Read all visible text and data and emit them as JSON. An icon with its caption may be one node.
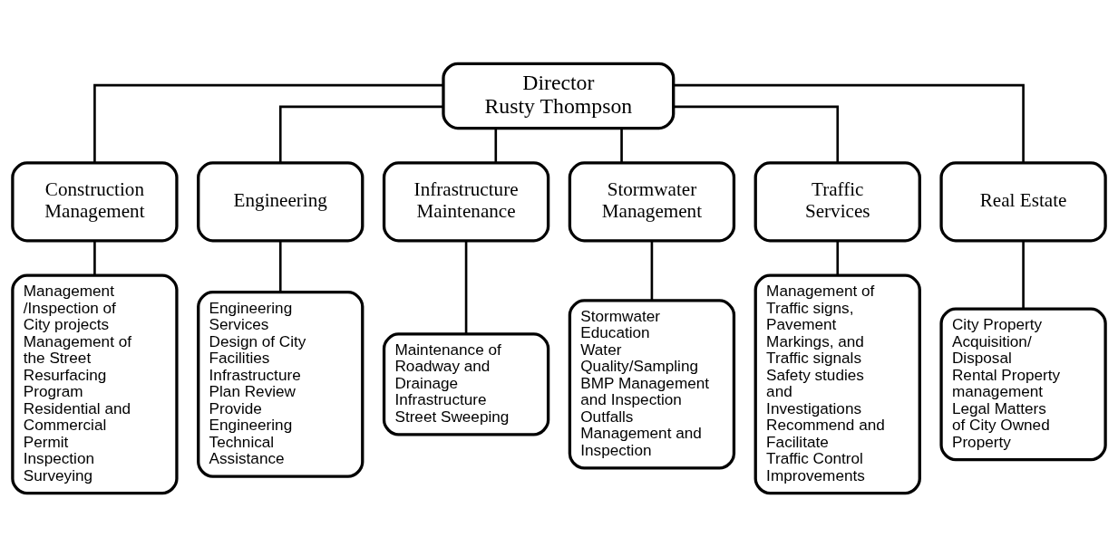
{
  "diagram": {
    "nodes": [
      {
        "text": [
          "Director",
          "Rusty Thompson"
        ]
      },
      {
        "text": [
          "Construction Management"
        ]
      },
      {
        "text": [
          "Engineering"
        ]
      },
      {
        "text": [
          "Infrastructure Maintenance"
        ]
      },
      {
        "text": [
          "Stormwater Management"
        ]
      },
      {
        "text": [
          "Traffic Services"
        ]
      },
      {
        "text": [
          "Real Estate"
        ]
      },
      {
        "text": [
          "Management /Inspection of City projects",
          "Management of the Street Resurfacing Program",
          "Residential and Commercial Permit Inspection",
          "Surveying"
        ]
      },
      {
        "text": [
          "Engineering Services",
          "Design of City Facilities",
          "Infrastructure Plan Review",
          "Provide Engineering Technical Assistance"
        ]
      },
      {
        "text": [
          "Maintenance of Roadway and Drainage Infrastructure",
          "Street Sweeping"
        ]
      },
      {
        "text": [
          "Stormwater Education",
          "Water Quality/Sampling",
          "BMP Management and Inspection",
          "Outfalls Management and Inspection"
        ]
      },
      {
        "text": [
          "Management of Traffic signs, Pavement Markings, and Traffic signals",
          "Safety studies and Investigations",
          "Recommend and Facilitate Traffic Control Improvements"
        ]
      },
      {
        "text": [
          "City Property Acquisition/ Disposal",
          "Rental Property management",
          "Legal Matters of City Owned Property"
        ]
      }
    ],
    "edges": [
      {
        "from": 0,
        "to": 1,
        "arrow": "none"
      },
      {
        "from": 0,
        "to": 2,
        "arrow": "none"
      },
      {
        "from": 0,
        "to": 3,
        "arrow": "none"
      },
      {
        "from": 0,
        "to": 4,
        "arrow": "none"
      },
      {
        "from": 0,
        "to": 5,
        "arrow": "none"
      },
      {
        "from": 0,
        "to": 6,
        "arrow": "none"
      },
      {
        "from": 1,
        "to": 7,
        "arrow": "none"
      },
      {
        "from": 2,
        "to": 8,
        "arrow": "none"
      },
      {
        "from": 3,
        "to": 9,
        "arrow": "none"
      },
      {
        "from": 4,
        "to": 10,
        "arrow": "none"
      },
      {
        "from": 5,
        "to": 11,
        "arrow": "none"
      },
      {
        "from": 6,
        "to": 12,
        "arrow": "none"
      }
    ]
  }
}
